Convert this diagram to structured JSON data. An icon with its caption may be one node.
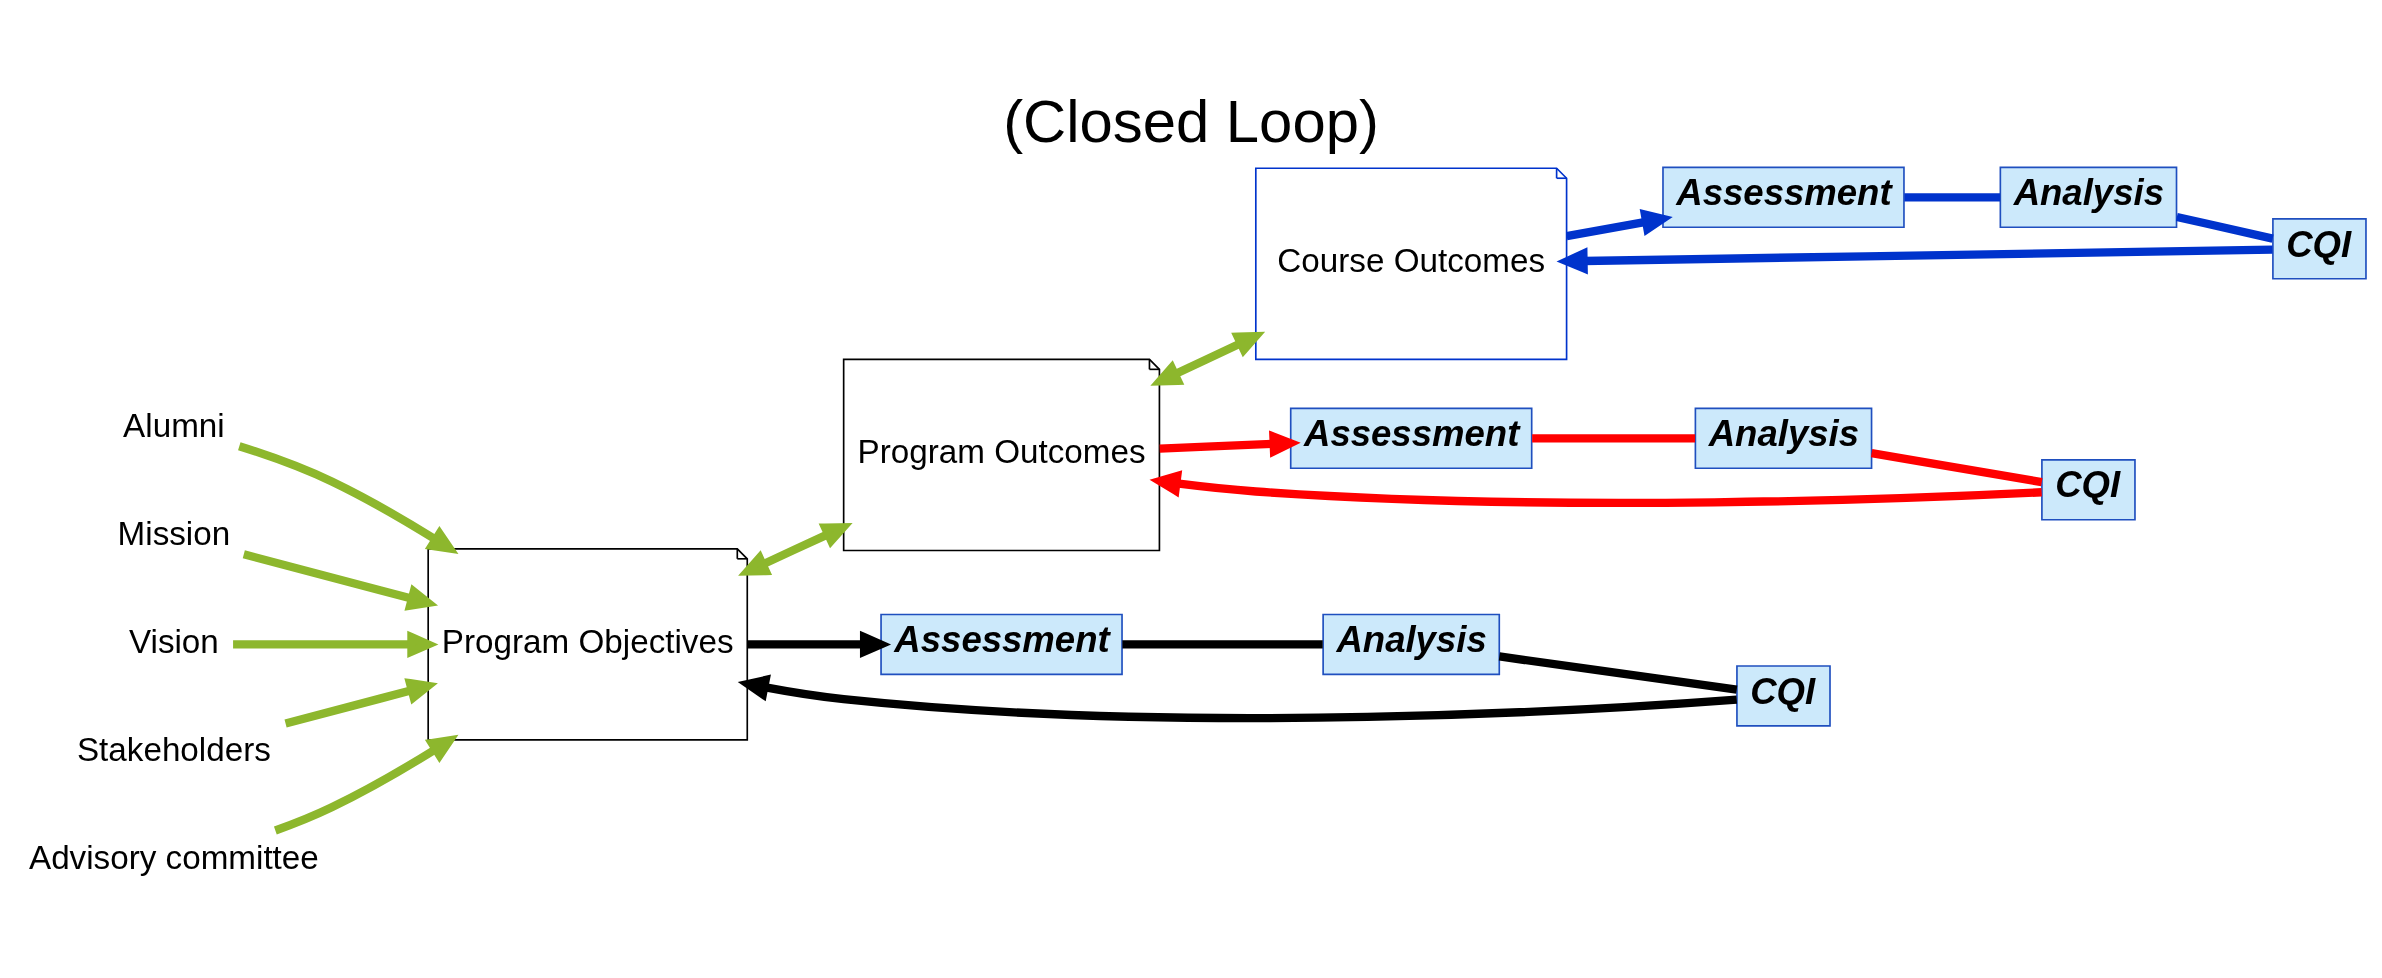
{
  "diagram": {
    "title": "(Closed Loop)",
    "nodes": [
      {
        "text": [
          "Alumni"
        ]
      },
      {
        "text": [
          "Mission"
        ]
      },
      {
        "text": [
          "Vision"
        ]
      },
      {
        "text": [
          "Stakeholders"
        ]
      },
      {
        "text": [
          "Advisory committee"
        ]
      },
      {
        "text": [
          "Program Objectives"
        ]
      },
      {
        "text": [
          "Program Outcomes"
        ]
      },
      {
        "text": [
          "Course Outcomes"
        ]
      },
      {
        "text": [
          "Assessment"
        ]
      },
      {
        "text": [
          "Assessment"
        ]
      },
      {
        "text": [
          "Assessment"
        ]
      },
      {
        "text": [
          "Analysis"
        ]
      },
      {
        "text": [
          "Analysis"
        ]
      },
      {
        "text": [
          "Analysis"
        ]
      },
      {
        "text": [
          "CQI"
        ]
      },
      {
        "text": [
          "CQI"
        ]
      },
      {
        "text": [
          "CQI"
        ]
      }
    ],
    "edges": [
      {
        "from": 0,
        "to": 5,
        "arrow": "to"
      },
      {
        "from": 1,
        "to": 5,
        "arrow": "to"
      },
      {
        "from": 2,
        "to": 5,
        "arrow": "to"
      },
      {
        "from": 3,
        "to": 5,
        "arrow": "to"
      },
      {
        "from": 4,
        "to": 5,
        "arrow": "to"
      },
      {
        "from": 5,
        "to": 6,
        "arrow": "both"
      },
      {
        "from": 6,
        "to": 7,
        "arrow": "both"
      },
      {
        "from": 5,
        "to": 8,
        "arrow": "to",
        "color": "#000000"
      },
      {
        "from": 8,
        "to": 13,
        "arrow": "none",
        "color": "#000000"
      },
      {
        "from": 13,
        "to": 16,
        "arrow": "none",
        "color": "#000000"
      },
      {
        "from": 16,
        "to": 5,
        "arrow": "to",
        "color": "#000000"
      },
      {
        "from": 6,
        "to": 9,
        "arrow": "to",
        "color": "#ff0000"
      },
      {
        "from": 9,
        "to": 12,
        "arrow": "none",
        "color": "#ff0000"
      },
      {
        "from": 12,
        "to": 15,
        "arrow": "none",
        "color": "#ff0000"
      },
      {
        "from": 15,
        "to": 6,
        "arrow": "to",
        "color": "#ff0000"
      },
      {
        "from": 7,
        "to": 10,
        "arrow": "to",
        "color": "#0033cc"
      },
      {
        "from": 10,
        "to": 11,
        "arrow": "none",
        "color": "#0033cc"
      },
      {
        "from": 11,
        "to": 14,
        "arrow": "none",
        "color": "#0033cc"
      },
      {
        "from": 14,
        "to": 7,
        "arrow": "to",
        "color": "#0033cc"
      }
    ]
  }
}
